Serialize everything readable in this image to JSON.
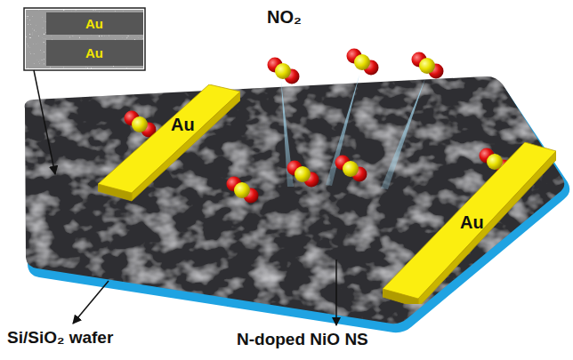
{
  "diagram": {
    "nodes": [
      {
        "text": [
          "Au"
        ]
      },
      {
        "text": [
          "Au"
        ]
      },
      {
        "text": [
          "Au"
        ]
      },
      {
        "text": [
          "Au"
        ]
      }
    ],
    "labels": [
      "NO₂",
      "Si/SiO₂ wafer",
      "N-doped NiO NS"
    ]
  }
}
